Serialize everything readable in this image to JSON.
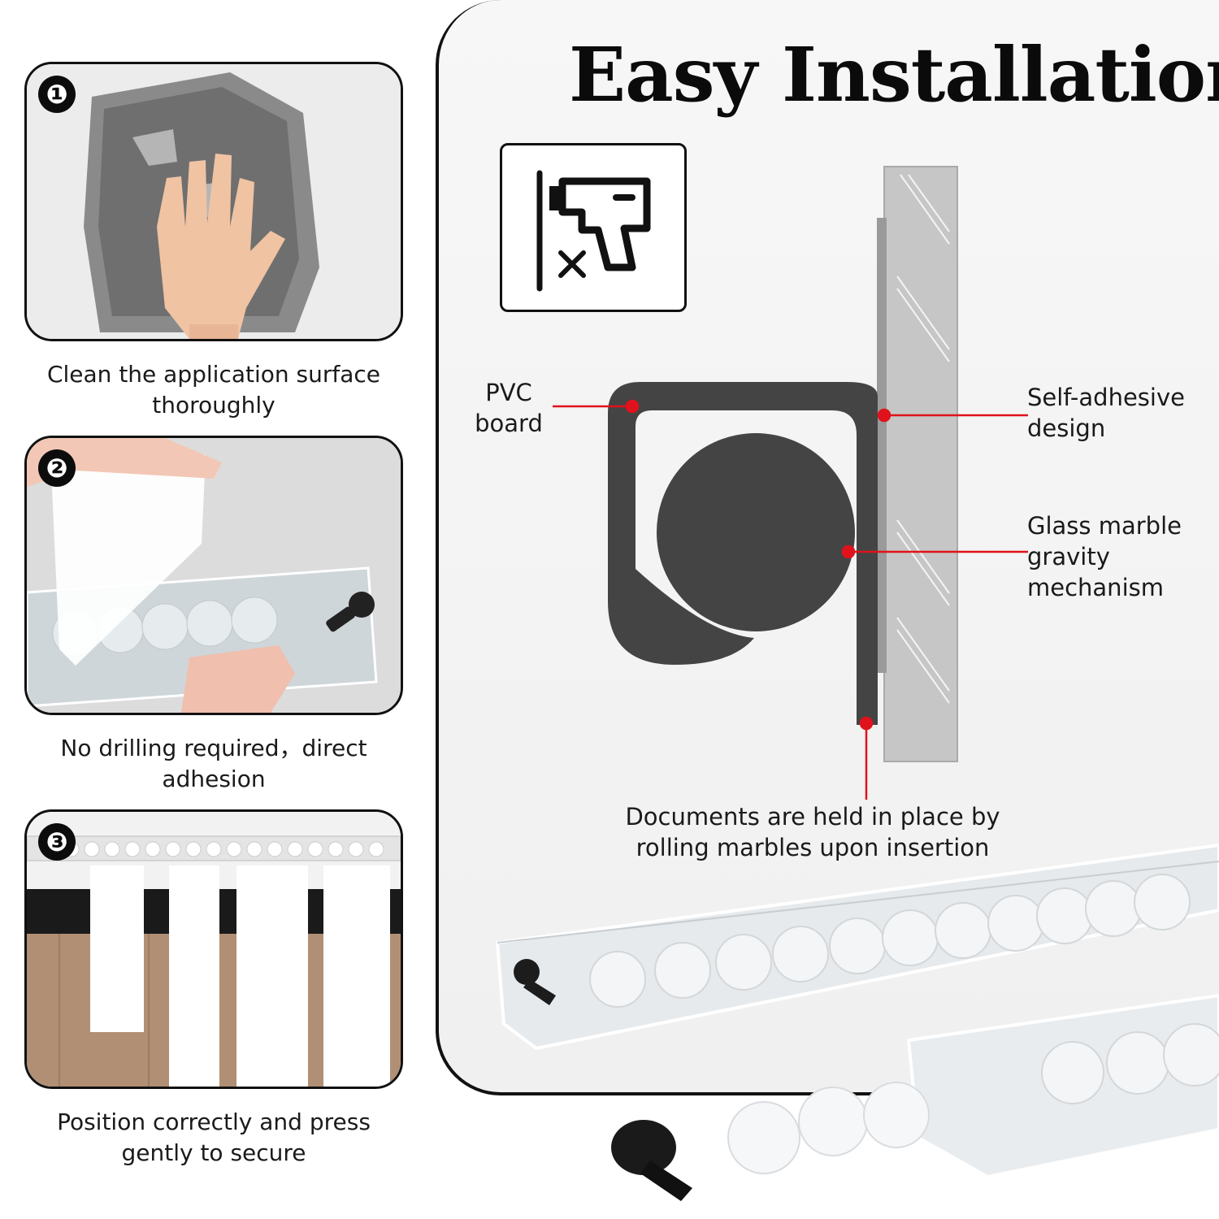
{
  "title": "Easy Installation",
  "steps": [
    {
      "number": "❶",
      "caption": "Clean the application surface thoroughly"
    },
    {
      "number": "❷",
      "caption": "No drilling required，direct adhesion"
    },
    {
      "number": "❸",
      "caption": "Position correctly and press gently to secure"
    }
  ],
  "labels": {
    "pvc": "PVC board",
    "adhesive": "Self-adhesive design",
    "marble": "Glass marble gravity mechanism",
    "documents": "Documents are held in place by rolling marbles upon insertion"
  },
  "icons": {
    "no_drill": "no-drill-icon",
    "step1": "towel-hand-image",
    "step2": "peel-tape-image",
    "step3": "mounted-holder-image"
  },
  "colors": {
    "accent": "#e0121b",
    "profile": "#444444",
    "frame": "#111111"
  }
}
